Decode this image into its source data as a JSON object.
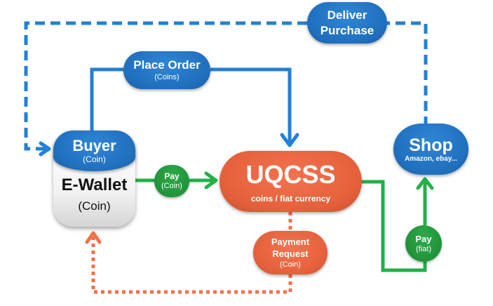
{
  "colors": {
    "blue": "#2280d6",
    "green": "#22b04a",
    "orange": "#f2704a",
    "wallet": "#f2f2f2"
  },
  "nodes": {
    "deliver": {
      "line1": "Deliver",
      "line2": "Purchase"
    },
    "place_order": {
      "label": "Place Order",
      "sub": "(Coins)"
    },
    "buyer": {
      "label": "Buyer",
      "sub": "(Coin)"
    },
    "wallet": {
      "label": "E-Wallet",
      "sub": "(Coin)"
    },
    "pay_coin": {
      "label": "Pay",
      "sub": "(Coin)"
    },
    "uqcss": {
      "label": "UQCSS",
      "sub": "coins / fiat currency"
    },
    "shop": {
      "label": "Shop",
      "sub": "Amazon, ebay..."
    },
    "pay_fiat": {
      "label": "Pay",
      "sub": "(fiat)"
    },
    "payment_request": {
      "line1": "Payment",
      "line2": "Request",
      "sub": "(Coin)"
    }
  },
  "edges": [
    {
      "from": "shop",
      "to": "buyer",
      "label": "Deliver Purchase",
      "style": "dashed",
      "color": "blue"
    },
    {
      "from": "buyer",
      "to": "uqcss",
      "label": "Place Order (Coins)",
      "style": "solid",
      "color": "blue"
    },
    {
      "from": "wallet",
      "to": "uqcss",
      "label": "Pay (Coin)",
      "style": "solid",
      "color": "green"
    },
    {
      "from": "uqcss",
      "to": "shop",
      "label": "Pay (fiat)",
      "style": "solid",
      "color": "green"
    },
    {
      "from": "uqcss",
      "to": "wallet",
      "label": "Payment Request (Coin)",
      "style": "dotted",
      "color": "orange"
    }
  ]
}
